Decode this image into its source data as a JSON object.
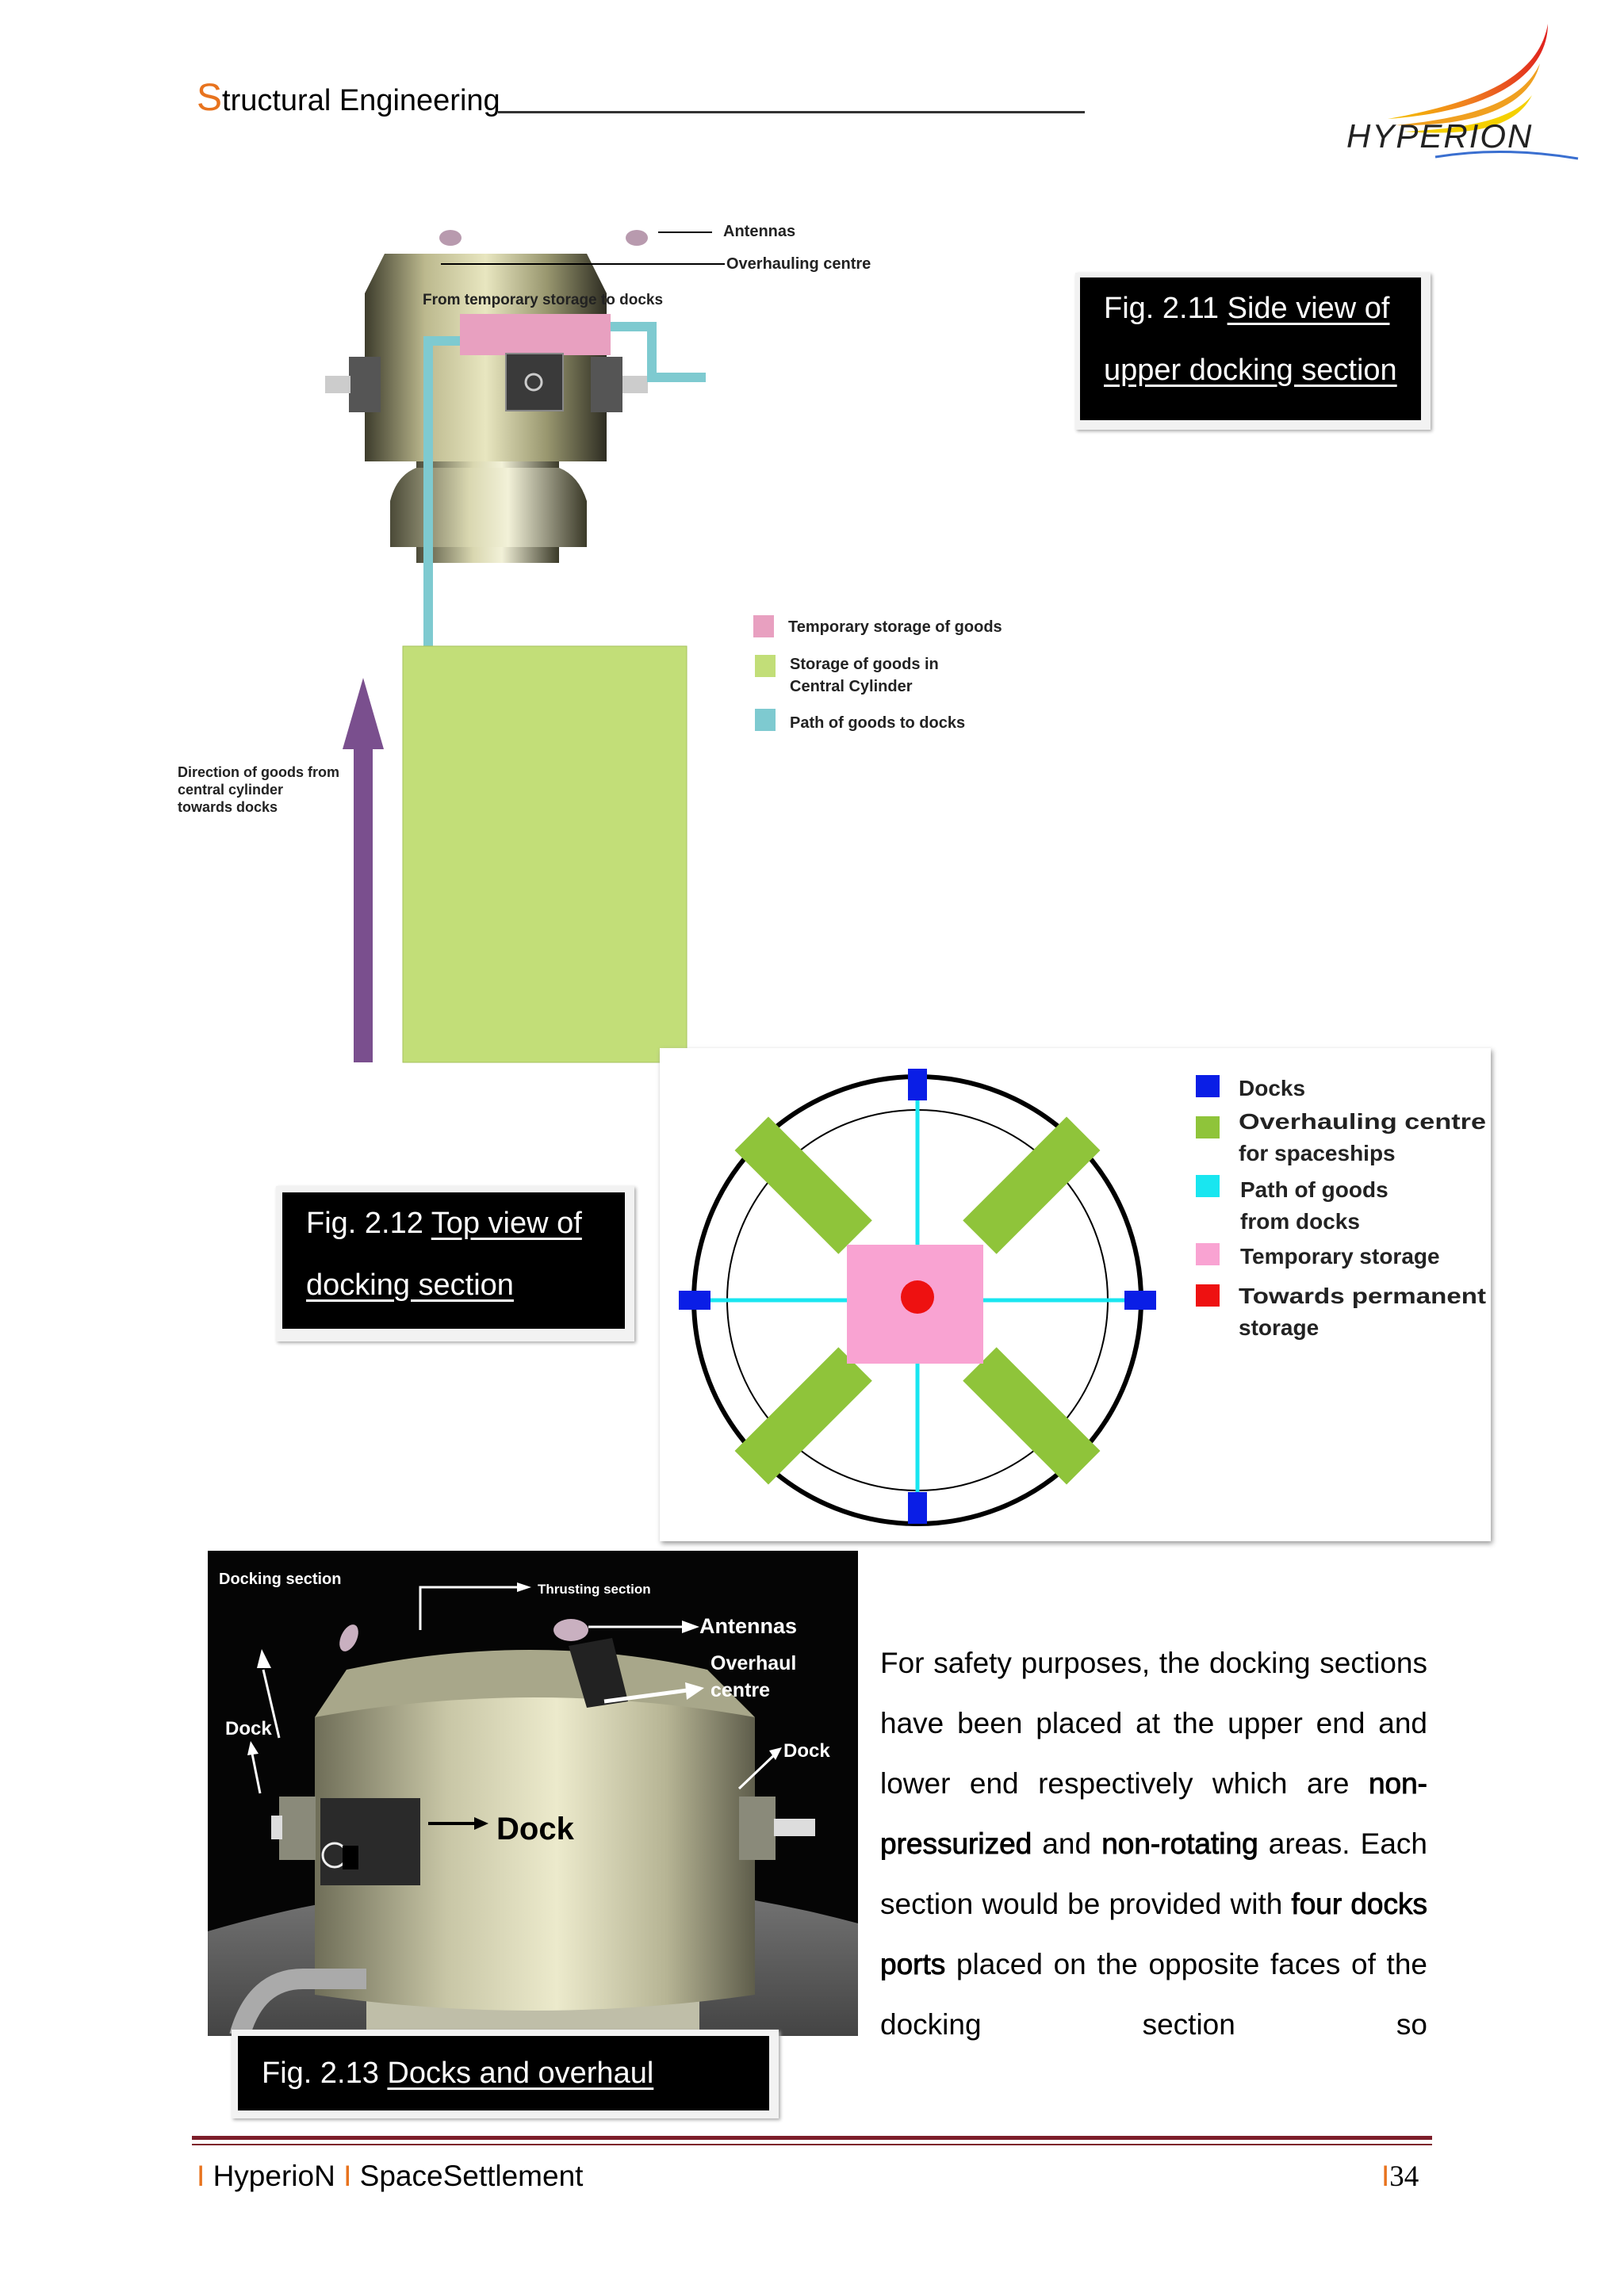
{
  "header": {
    "title_first": "S",
    "title_rest": "tructural Engineering",
    "logo_text": "HYPERION"
  },
  "fig11": {
    "labels": {
      "antennas": "Antennas",
      "overhauling": "Overhauling centre",
      "from_temp": "From temporary storage to docks",
      "legend_temp": "Temporary storage of goods",
      "legend_storage_1": "Storage of goods in",
      "legend_storage_2": "Central Cylinder",
      "legend_path": "Path of goods to docks",
      "direction_1": "Direction of goods from",
      "direction_2": "central cylinder",
      "direction_3": "towards docks"
    },
    "caption_prefix": "Fig. 2.11 ",
    "caption_line1": "Side view of",
    "caption_line2": "upper docking section"
  },
  "fig12": {
    "legend": {
      "docks": "Docks",
      "overhaul_1": "Overhauling centre",
      "overhaul_2": "for spaceships",
      "path_1": "Path of goods",
      "path_2": "from docks",
      "temp": "Temporary storage",
      "perm_1": "Towards permanent",
      "perm_2": "storage"
    },
    "caption_prefix": "Fig. 2.12 ",
    "caption_line1": "Top view of",
    "caption_line2": "docking section"
  },
  "fig13": {
    "labels": {
      "docking_section": "Docking section",
      "thrusting_section": "Thrusting section",
      "antennas": "Antennas",
      "overhaul_1": "Overhaul",
      "overhaul_2": "centre",
      "dock_left": "Dock",
      "dock_right": "Dock",
      "dock_center": "Dock"
    },
    "caption_prefix": "Fig. 2.13 ",
    "caption_main": "Docks and overhaul centre"
  },
  "body": {
    "p1": "For safety purposes, the docking sections have been placed at the upper end and lower end respectively which are ",
    "bold1": "non-pressurized",
    "p2": " and ",
    "bold2": "non-rotating",
    "p3": " areas. Each section would be provided with ",
    "bold3": "four docks ports",
    "p4": " placed on the opposite faces of the docking section so"
  },
  "footer": {
    "bar": "I",
    "hyperion_H": "H",
    "hyperion_rest": "yperioN",
    "space_S": "S",
    "space_rest": "pace",
    "settlement_S": "S",
    "settlement_rest": "ettlement",
    "page_number": "34"
  },
  "colors": {
    "accent_orange": "#e8731e",
    "footer_rule": "#7d1e2a",
    "storage_green": "#c2de78",
    "temp_pink": "#e8a0c0",
    "path_cyan": "#7ecad0",
    "arrow_purple": "#7a4f8e",
    "docks_blue": "#0a1ee6",
    "overhaul_green": "#8fc43a",
    "path_bright_cyan": "#19e6f0",
    "temp_bright_pink": "#f9a3d2",
    "perm_red": "#ee1111"
  }
}
